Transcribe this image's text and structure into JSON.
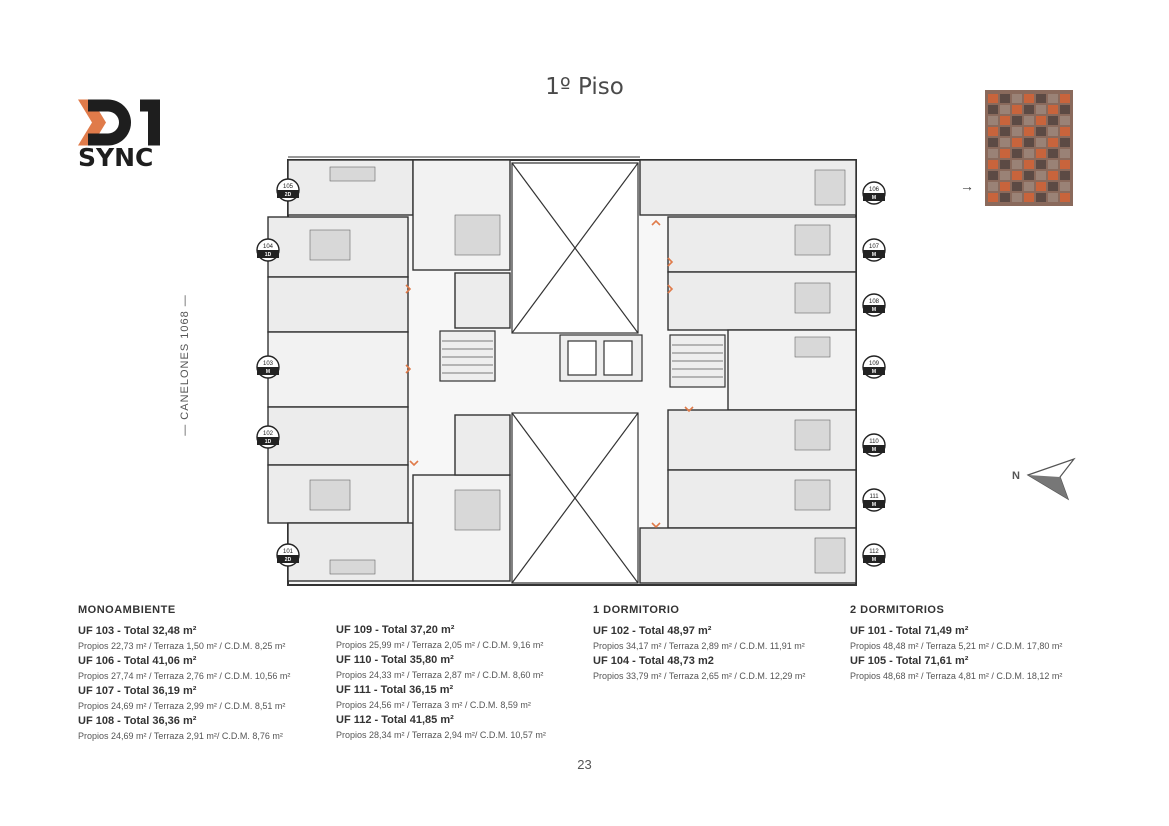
{
  "brand": {
    "logo_text": "SYNC",
    "accent": "#e07b4a"
  },
  "page_title": "1º Piso",
  "street_label": "— CANELONES 1068 —",
  "page_number": "23",
  "compass_label": "N",
  "unit_tags": [
    {
      "num": "105",
      "type": "2D"
    },
    {
      "num": "104",
      "type": "1D"
    },
    {
      "num": "103",
      "type": "M"
    },
    {
      "num": "102",
      "type": "1D"
    },
    {
      "num": "101",
      "type": "2D"
    },
    {
      "num": "106",
      "type": "M"
    },
    {
      "num": "107",
      "type": "M"
    },
    {
      "num": "108",
      "type": "M"
    },
    {
      "num": "109",
      "type": "M"
    },
    {
      "num": "110",
      "type": "M"
    },
    {
      "num": "111",
      "type": "M"
    },
    {
      "num": "112",
      "type": "M"
    }
  ],
  "legend": {
    "col1": {
      "category": "MONOAMBIENTE",
      "units": [
        {
          "title": "UF 103  - Total 32,48 m²",
          "details": "Propios 22,73 m² / Terraza 1,50 m² / C.D.M. 8,25 m²"
        },
        {
          "title": "UF 106  - Total 41,06 m²",
          "details": "Propios 27,74 m² / Terraza 2,76 m² / C.D.M. 10,56 m²"
        },
        {
          "title": "UF 107  - Total 36,19 m²",
          "details": "Propios 24,69 m² / Terraza 2,99 m² / C.D.M. 8,51 m²"
        },
        {
          "title": "UF 108  - Total 36,36 m²",
          "details": "Propios 24,69 m² / Terraza 2,91 m²/ C.D.M. 8,76 m²"
        }
      ]
    },
    "col2": {
      "units": [
        {
          "title": "UF 109  - Total 37,20 m²",
          "details": "Propios 25,99 m² / Terraza 2,05 m² / C.D.M. 9,16 m²"
        },
        {
          "title": "UF 110  - Total 35,80 m²",
          "details": "Propios 24,33 m² / Terraza 2,87 m² / C.D.M. 8,60 m²"
        },
        {
          "title": "UF 111  - Total 36,15 m²",
          "details": "Propios 24,56 m² / Terraza 3 m² / C.D.M. 8,59 m²"
        },
        {
          "title": "UF 112  - Total 41,85 m²",
          "details": "Propios 28,34 m² / Terraza 2,94 m²/ C.D.M. 10,57 m²"
        }
      ]
    },
    "col3": {
      "category": "1 DORMITORIO",
      "units": [
        {
          "title": "UF 102  - Total 48,97 m²",
          "details": "Propios 34,17 m² / Terraza 2,89 m² / C.D.M. 11,91 m²"
        },
        {
          "title": "UF 104  - Total 48,73 m2",
          "details": "Propios 33,79 m² / Terraza 2,65 m² / C.D.M. 12,29 m²"
        }
      ]
    },
    "col4": {
      "category": "2 DORMITORIOS",
      "units": [
        {
          "title": "UF 101  - Total 71,49 m²",
          "details": "Propios 48,48 m² / Terraza 5,21 m² / C.D.M. 17,80 m²"
        },
        {
          "title": "UF 105  - Total 71,61 m²",
          "details": "Propios 48,68 m² / Terraza 4,81 m² / C.D.M. 18,12 m²"
        }
      ]
    }
  }
}
